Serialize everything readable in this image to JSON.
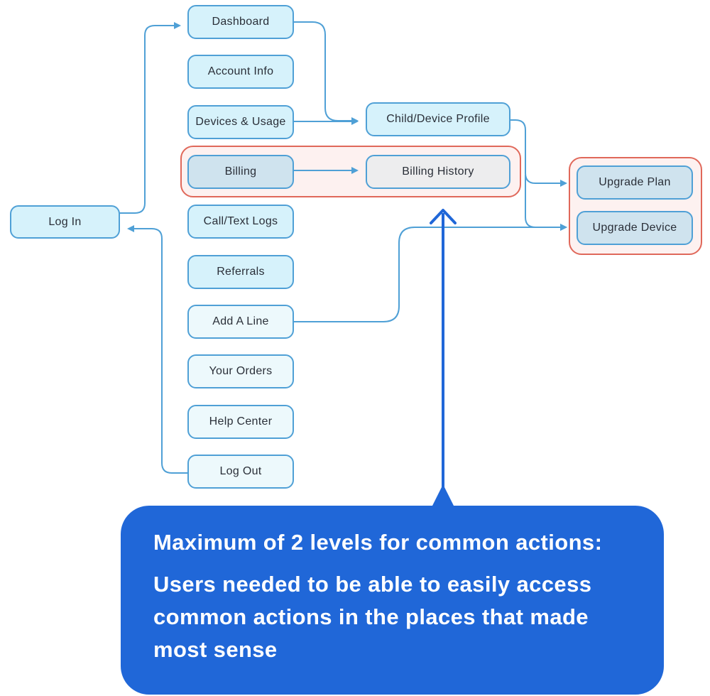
{
  "entry": {
    "login": "Log In"
  },
  "menu": [
    {
      "id": "dashboard",
      "label": "Dashboard"
    },
    {
      "id": "account-info",
      "label": "Account Info"
    },
    {
      "id": "devices-usage",
      "label": "Devices & Usage"
    },
    {
      "id": "billing",
      "label": "Billing"
    },
    {
      "id": "call-text-logs",
      "label": "Call/Text Logs"
    },
    {
      "id": "referrals",
      "label": "Referrals"
    },
    {
      "id": "add-a-line",
      "label": "Add A Line"
    },
    {
      "id": "your-orders",
      "label": "Your Orders"
    },
    {
      "id": "help-center",
      "label": "Help Center"
    },
    {
      "id": "log-out",
      "label": "Log Out"
    }
  ],
  "level2": {
    "child_device_profile": "Child/Device Profile",
    "billing_history": "Billing History"
  },
  "level3": {
    "upgrade_plan": "Upgrade Plan",
    "upgrade_device": "Upgrade Device"
  },
  "callout": {
    "headline": "Maximum of 2 levels for common actions:",
    "body": "Users needed to be able to easily access common actions in the places that made most sense"
  },
  "colors": {
    "node_border": "#4fa0d6",
    "group_border": "#e0685a",
    "callout_bg": "#2067d8",
    "connector": "#4fa0d6"
  }
}
